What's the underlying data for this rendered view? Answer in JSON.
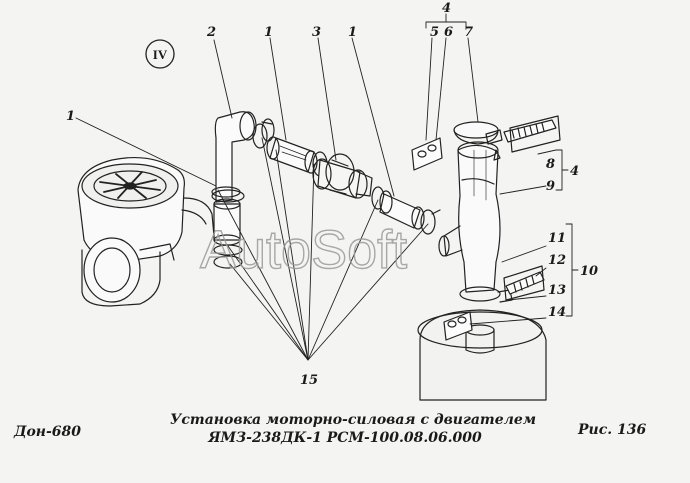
{
  "figure": {
    "view_label": "IV",
    "callouts": [
      "1",
      "2",
      "1",
      "3",
      "1",
      "4",
      "5",
      "6",
      "7",
      "8",
      "4",
      "9",
      "11",
      "12",
      "10",
      "13",
      "14",
      "15"
    ]
  },
  "watermark": "AutoSoft",
  "caption": {
    "model": "Дон-680",
    "title_line1": "Установка моторно-силовая с двигателем",
    "title_line2": "ЯМЗ-238ДК-1 РСМ-100.08.06.000",
    "figure_label": "Рис. 136"
  }
}
